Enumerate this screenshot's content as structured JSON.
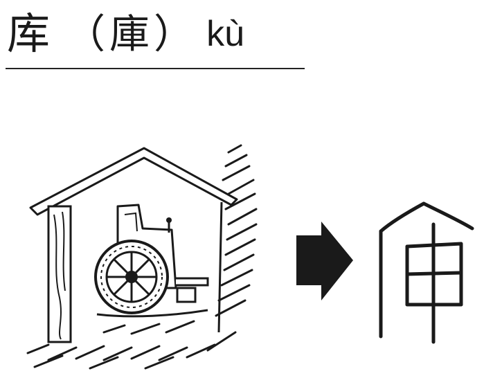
{
  "heading": {
    "simplified": "库",
    "paren_open": "（",
    "traditional": "庫",
    "paren_close": "）",
    "pinyin": "kù"
  },
  "colors": {
    "ink": "#1a1a1a",
    "background": "#ffffff"
  },
  "icons": {
    "illustration": "carriage-in-shed-icon",
    "arrow": "arrow-right-icon",
    "seal": "seal-script-character-icon"
  }
}
